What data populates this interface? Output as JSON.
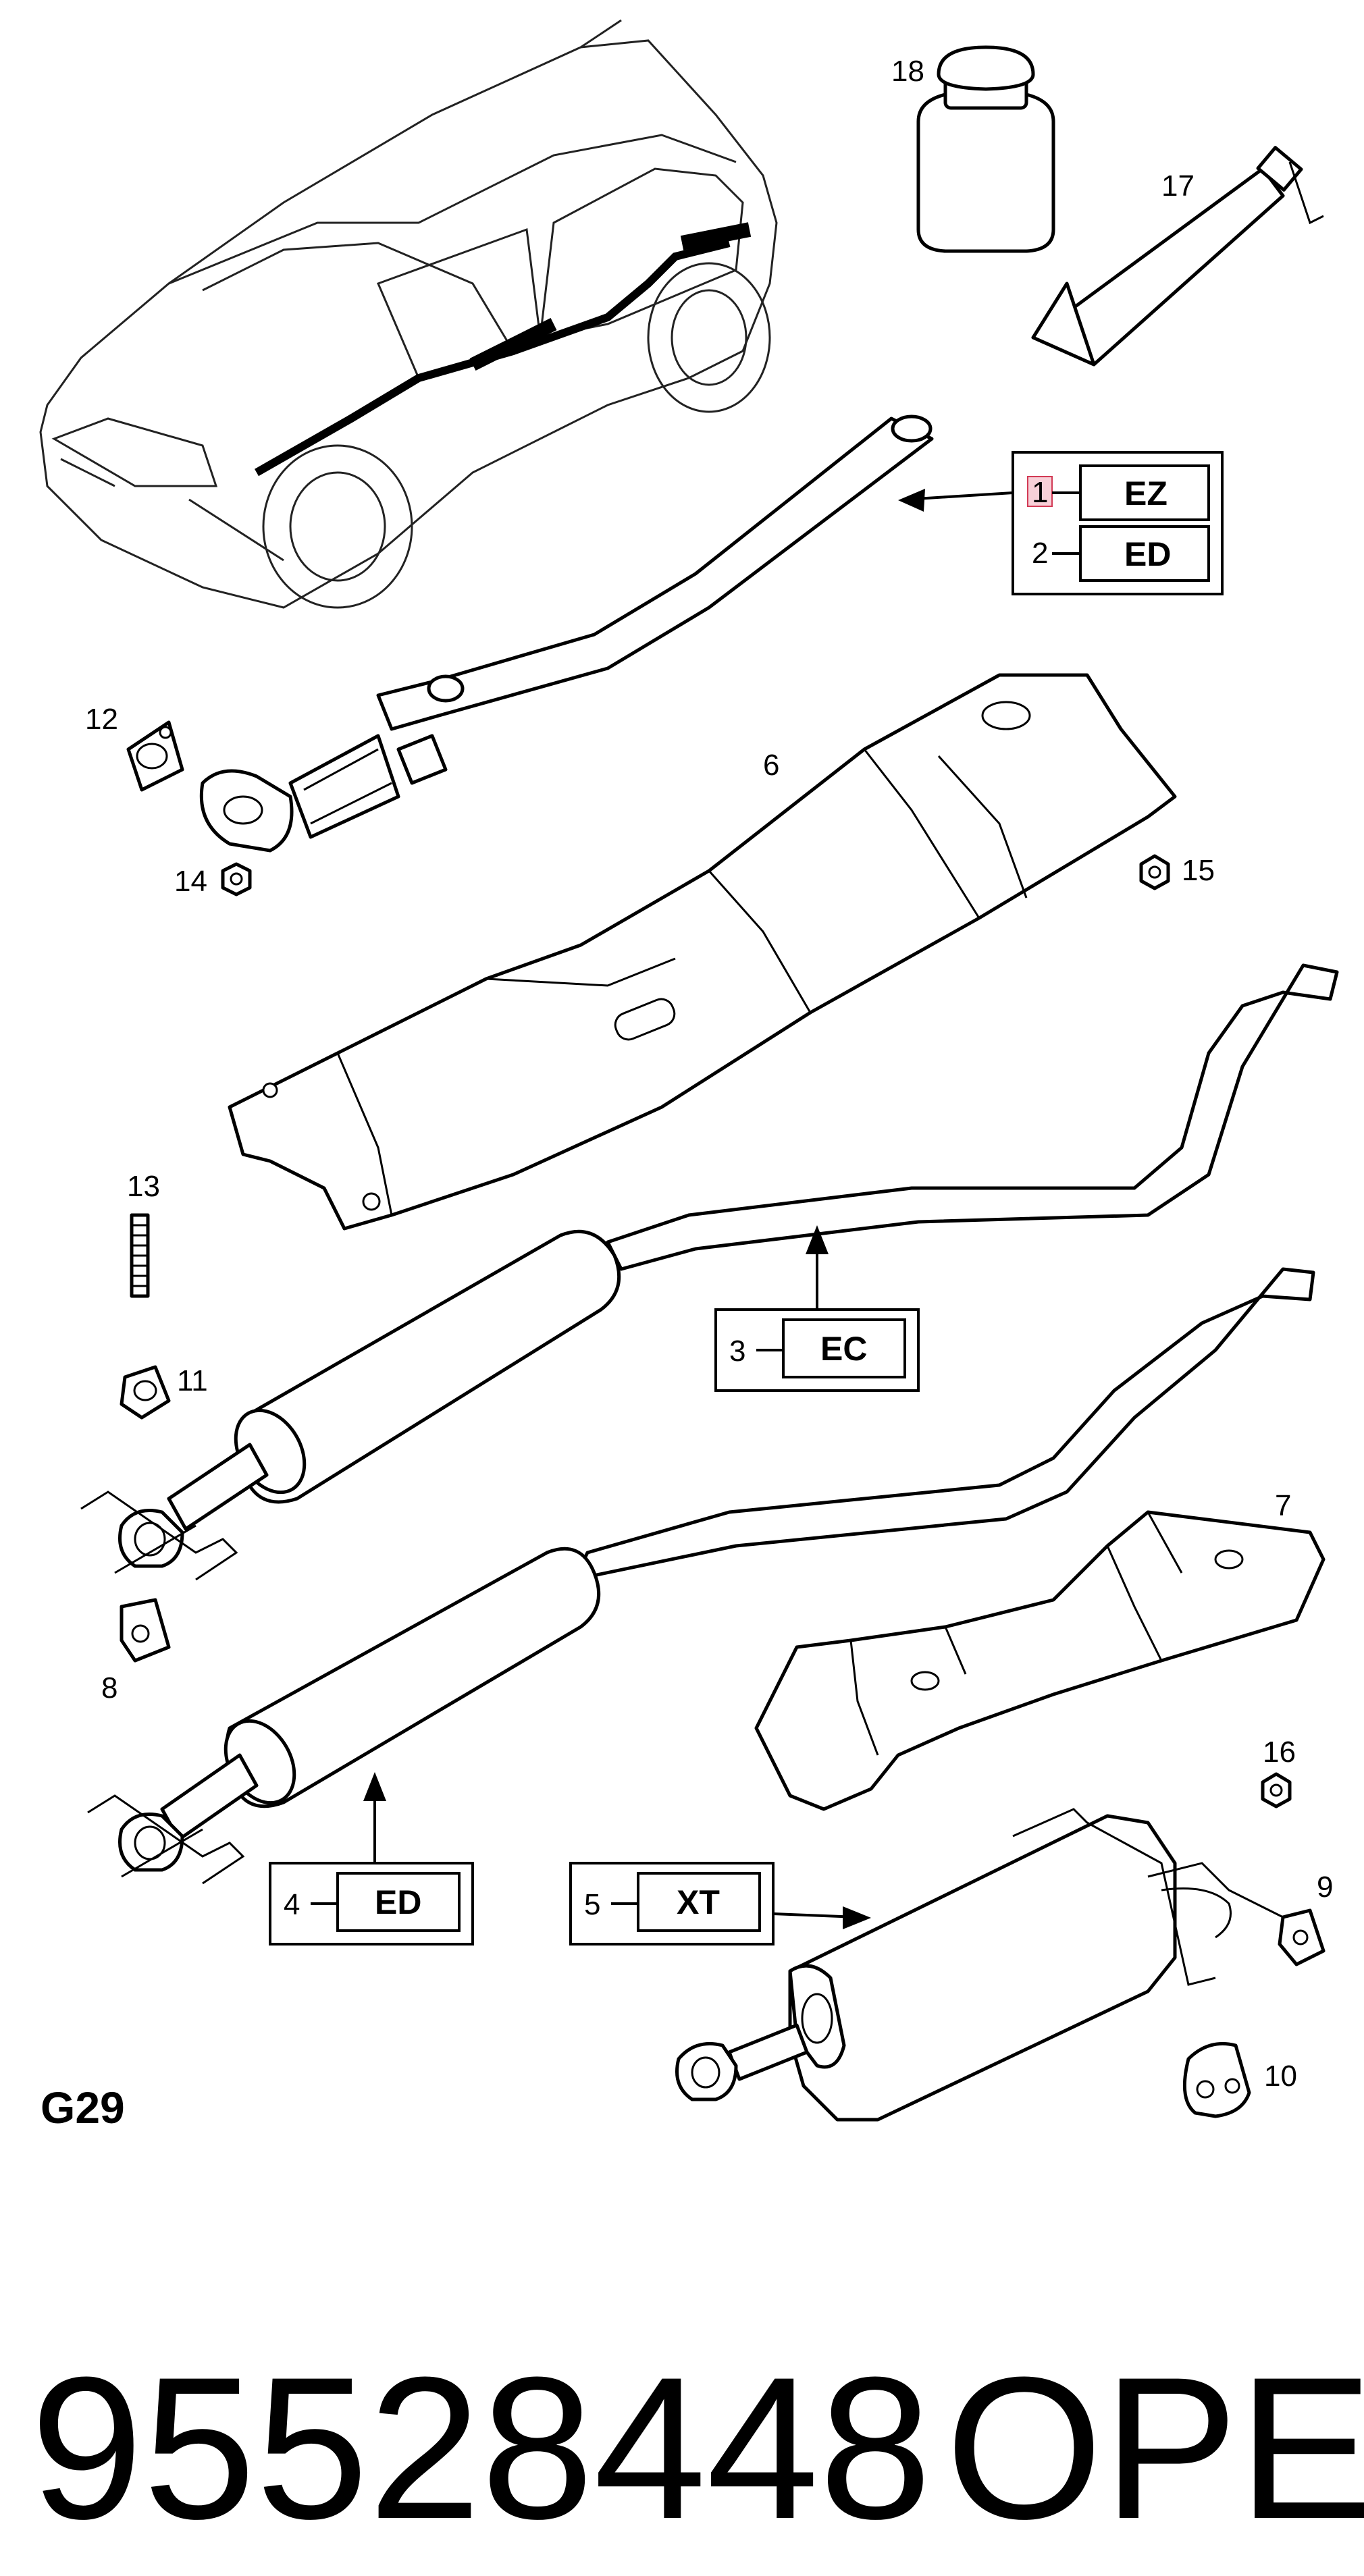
{
  "section_code": "G29",
  "part_number": "95528448",
  "brand": "OPEL",
  "callouts": {
    "c1": "1",
    "c2": "2",
    "c3": "3",
    "c4": "4",
    "c5": "5",
    "c6": "6",
    "c7": "7",
    "c8": "8",
    "c9": "9",
    "c10": "10",
    "c11": "11",
    "c12": "12",
    "c13": "13",
    "c14": "14",
    "c15": "15",
    "c16": "16",
    "c17": "17",
    "c18": "18"
  },
  "codes": {
    "ez": "EZ",
    "ed_top": "ED",
    "ec": "EC",
    "ed_mid": "ED",
    "xt": "XT"
  },
  "colors": {
    "highlight_fill": "#f7d0d8",
    "highlight_stroke": "#d23a55",
    "line": "#000000"
  }
}
